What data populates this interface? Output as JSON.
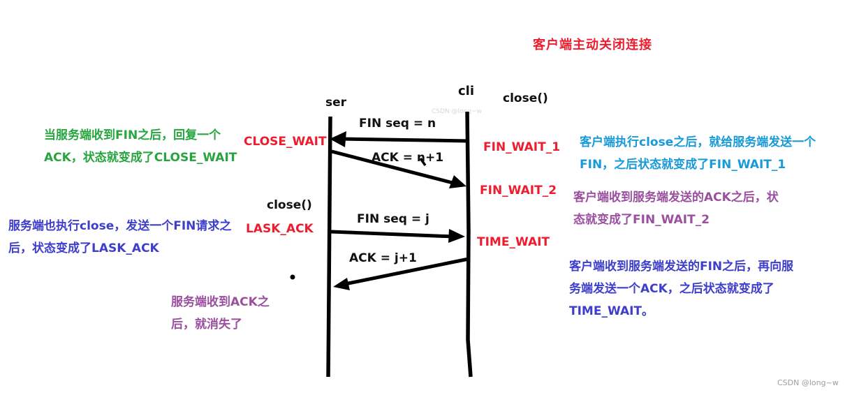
{
  "title": "客户端主动关闭连接",
  "colors": {
    "title_red": "#ed1c2e",
    "state_red": "#ed1c2e",
    "server_note_green": "#27a53f",
    "client_note_blue": "#189ad9",
    "note_violet": "#3e3ecd",
    "note_purple": "#9b4f9f",
    "line_black": "#000000",
    "watermark_gray": "#9e9e9e"
  },
  "diagram": {
    "server_label": "ser",
    "client_label": "cli",
    "client_close_call": "close()",
    "server_close_call": "close()",
    "messages": {
      "fin1": "FIN seq = n",
      "ack1": "ACK = n+1",
      "fin2": "FIN seq = j",
      "ack2": "ACK = j+1"
    },
    "states": {
      "close_wait": "CLOSE_WAIT",
      "fin_wait_1": "FIN_WAIT_1",
      "fin_wait_2": "FIN_WAIT_2",
      "lask_ack": "LASK_ACK",
      "time_wait": "TIME_WAIT"
    }
  },
  "annotations": {
    "server_close_wait": {
      "line1": "当服务端收到FIN之后，回复一个",
      "line2": "ACK，状态就变成了CLOSE_WAIT"
    },
    "server_lask_ack": {
      "line1": "服务端也执行close，发送一个FIN请求之",
      "line2": "后，状态变成了LASK_ACK"
    },
    "server_closed": {
      "line1": "服务端收到ACK之",
      "line2": "后，就消失了"
    },
    "client_fin_wait_1": {
      "line1": "客户端执行close之后，就给服务端发送一个",
      "line2": "FIN，之后状态就变成了FIN_WAIT_1"
    },
    "client_fin_wait_2": {
      "line1": "客户端收到服务端发送的ACK之后，状",
      "line2": "态就变成了FIN_WAIT_2"
    },
    "client_time_wait": {
      "line1": "客户端收到服务端发送的FIN之后，再向服",
      "line2": "务端发送一个ACK，之后状态就变成了",
      "line3": "TIME_WAIT。"
    }
  },
  "watermark": "CSDN @long~w"
}
